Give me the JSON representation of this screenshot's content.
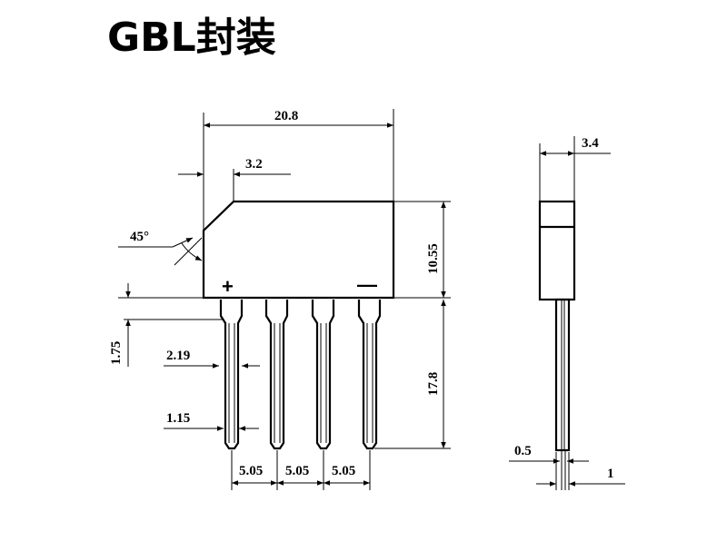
{
  "title": "GBL封装",
  "front_view": {
    "overall_width": "20.8",
    "chamfer_width": "3.2",
    "chamfer_angle": "45°",
    "body_height": "10.55",
    "lead_length": "17.8",
    "shoulder_height": "1.75",
    "shoulder_width": "2.19",
    "lead_width": "1.15",
    "pitch_1": "5.05",
    "pitch_2": "5.05",
    "pitch_3": "5.05",
    "plus_mark": "+",
    "minus_mark": "—"
  },
  "side_view": {
    "body_thickness": "3.4",
    "lead_thickness": "0.5",
    "lead_offset": "1"
  }
}
